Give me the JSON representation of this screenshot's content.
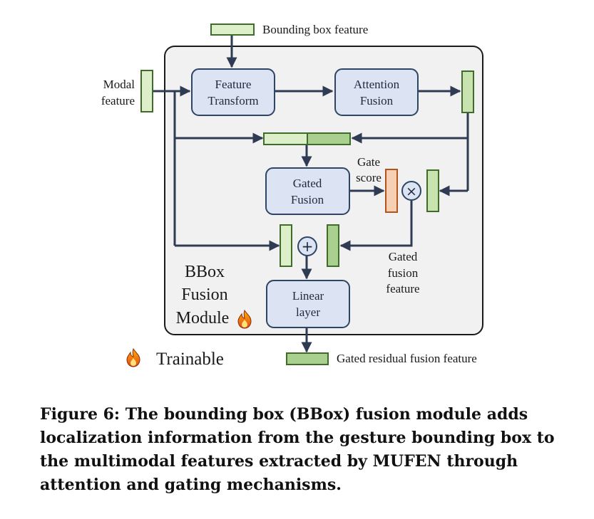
{
  "diagram": {
    "inputs": {
      "bbox_feature": "Bounding box feature",
      "modal_feature_line1": "Modal",
      "modal_feature_line2": "feature"
    },
    "blocks": {
      "feature_transform_line1": "Feature",
      "feature_transform_line2": "Transform",
      "attention_fusion_line1": "Attention",
      "attention_fusion_line2": "Fusion",
      "gated_fusion_line1": "Gated",
      "gated_fusion_line2": "Fusion",
      "linear_layer_line1": "Linear",
      "linear_layer_line2": "layer"
    },
    "annotations": {
      "gate_score_line1": "Gate",
      "gate_score_line2": "score",
      "gated_fusion_feature_line1": "Gated",
      "gated_fusion_feature_line2": "fusion",
      "gated_fusion_feature_line3": "feature"
    },
    "module_label": {
      "line1": "BBox",
      "line2": "Fusion",
      "line3": "Module"
    },
    "legend": {
      "trainable": "Trainable"
    },
    "output": {
      "label": "Gated residual fusion feature"
    },
    "operators": {
      "multiply": "×",
      "add": "+"
    },
    "colors": {
      "block_fill": "#dce4f4",
      "block_stroke": "#2f4566",
      "feature_fill": "#c9e3b0",
      "feature_stroke": "#3f6b2b",
      "gate_fill": "#f7cfb2",
      "gate_stroke": "#b3541e",
      "module_bg": "#f1f1f1",
      "arrow": "#2f3b52"
    },
    "icons": {
      "trainable": "fire-icon"
    }
  },
  "caption": "Figure 6: The bounding box (BBox) fusion module adds localization information from the gesture bounding box to the multimodal features extracted by MUFEN through attention and gating mechanisms."
}
